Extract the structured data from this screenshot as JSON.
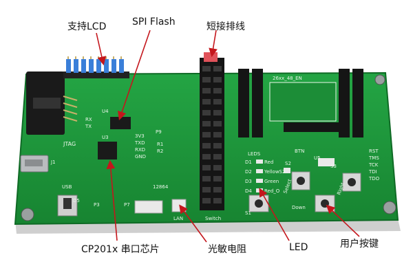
{
  "callouts": {
    "lcd": "支持LCD",
    "spi_flash": "SPI Flash",
    "jumper": "短接排线",
    "cp2102": "CP201x 串口芯片",
    "photoresistor": "光敏电阻",
    "led": "LED",
    "user_buttons": "用户按键"
  },
  "silkscreen": {
    "jtag": "JTAG",
    "rx": "RX",
    "tx": "TX",
    "u4": "U4",
    "u3": "U3",
    "j1": "J1",
    "usb": "USB",
    "lcd_id": "12864",
    "leds": "LEDS",
    "btn": "BTN",
    "red": "Red",
    "yellow": "YellowS2",
    "green": "Green",
    "red_o": "Red_O",
    "select": "Select",
    "right": "Right",
    "down": "Down",
    "socket": "26xx_48_EN",
    "d1": "D1",
    "d2": "D2",
    "d3": "D3",
    "d4": "D4",
    "d5": "D5",
    "s1": "S1",
    "s2": "S2",
    "s3": "S3",
    "u5": "U5",
    "r1": "R1",
    "r2": "R2",
    "lsw": "LAN",
    "switch": "Switch",
    "p3": "P3",
    "p7": "P7",
    "p9": "P9",
    "vcc": "3V3",
    "gnd": "GND",
    "txd": "TXD",
    "rxd": "RXD",
    "tck": "TCK",
    "tms": "TMS",
    "tdo": "TDO",
    "tdi": "TDI",
    "rst": "RST"
  },
  "colors": {
    "pcb": "#1f9a3b",
    "pcb_dark": "#167a2e",
    "header": "#1a1a1a",
    "pin_blue": "#3a7fd9",
    "pin_gold": "#c9b06a",
    "arrow": "#c4161c",
    "silk": "#eaf6ea"
  }
}
